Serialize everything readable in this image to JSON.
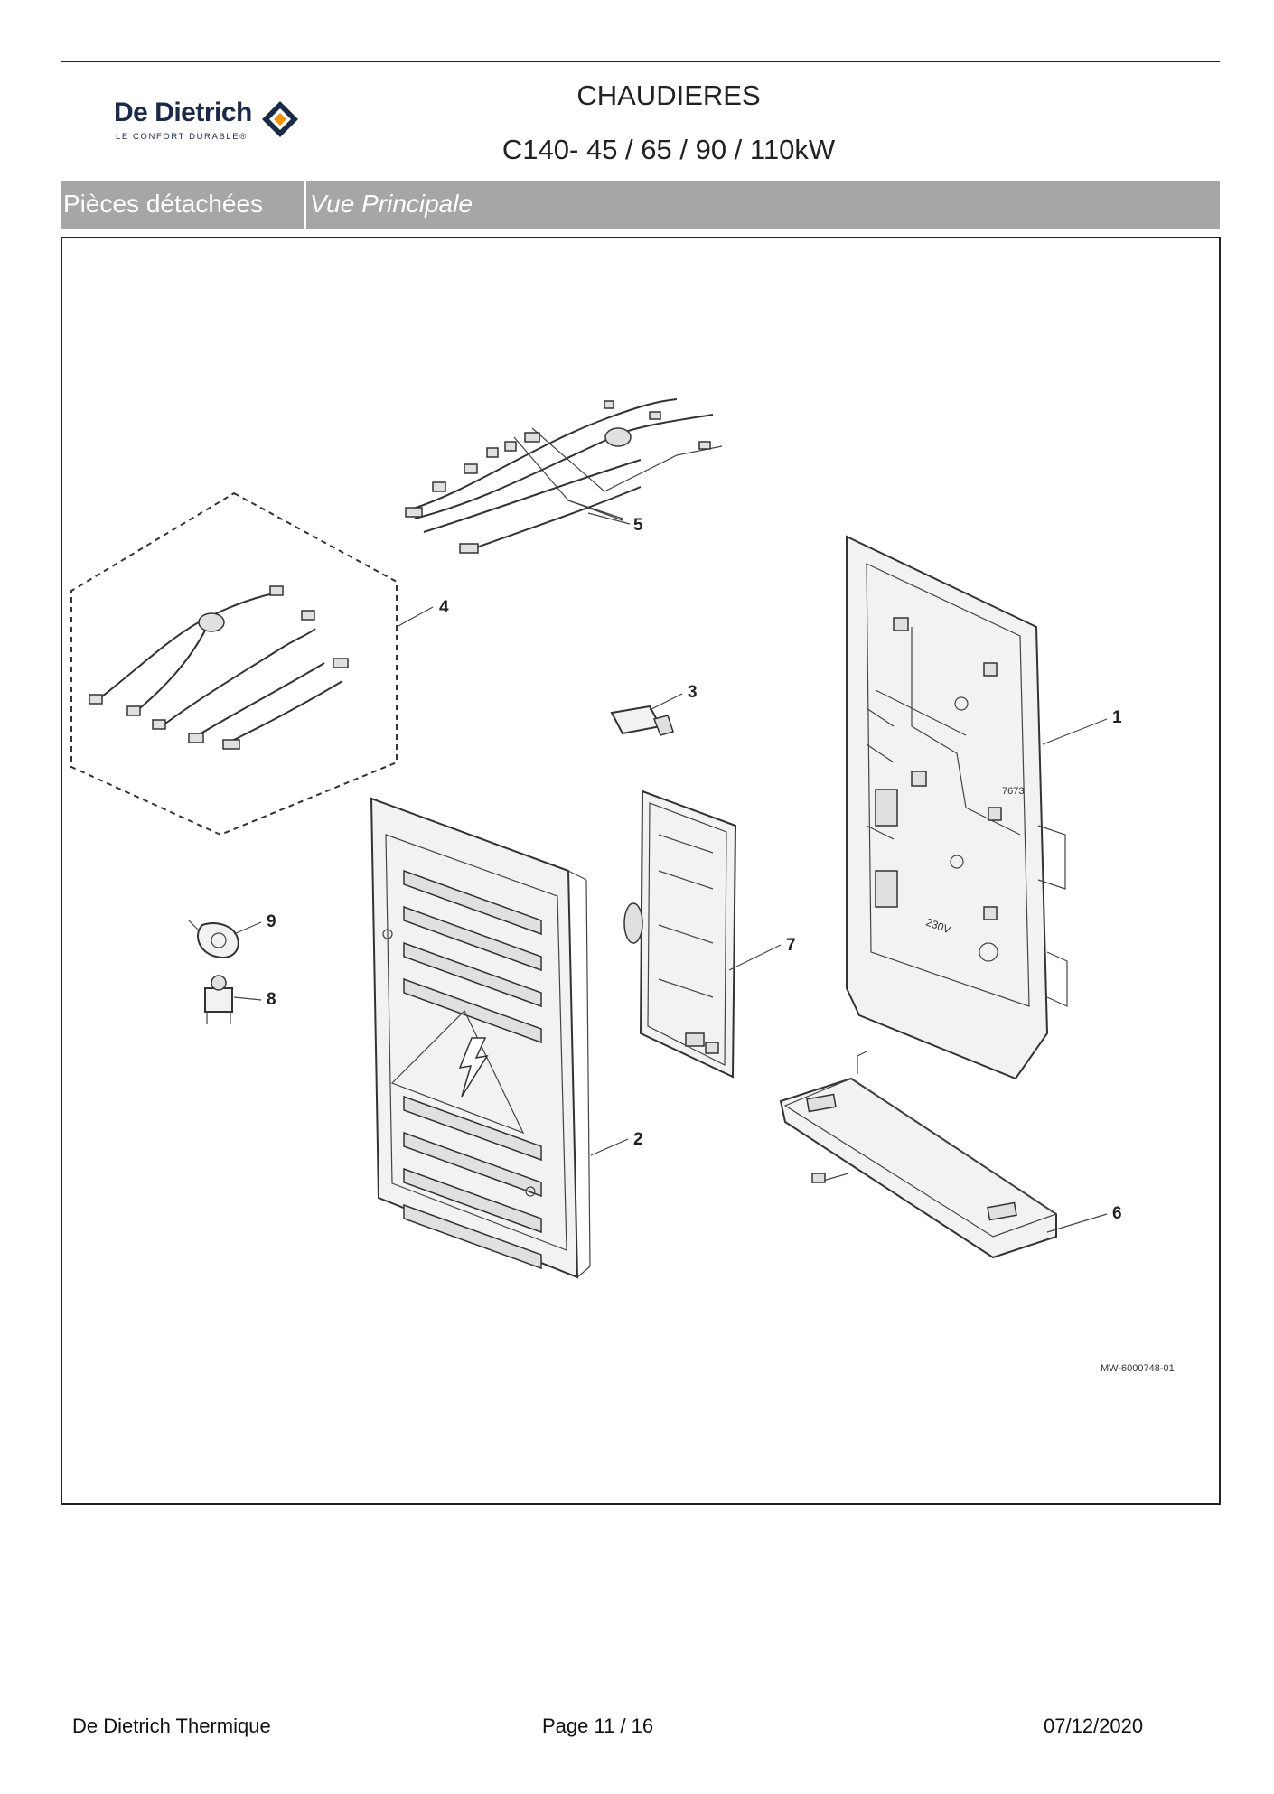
{
  "header": {
    "brand_name": "De Dietrich",
    "brand_tagline": "LE CONFORT DURABLE®",
    "title": "CHAUDIERES",
    "subtitle": "C140- 45 / 65 / 90 / 110kW"
  },
  "section_bar": {
    "left_label": "Pièces détachées",
    "right_label": "Vue Principale"
  },
  "drawing": {
    "callouts": [
      "1",
      "2",
      "3",
      "4",
      "5",
      "6",
      "7",
      "8",
      "9"
    ],
    "panel_text_1": "7673",
    "panel_text_2": "230V",
    "reference": "MW-6000748-01"
  },
  "footer": {
    "company": "De Dietrich Thermique",
    "page_label": "Page 11  /  16",
    "date": "07/12/2020"
  },
  "colors": {
    "bar": "#a6a6a6",
    "brand_navy": "#1c2a4a",
    "brand_orange": "#f39200"
  }
}
